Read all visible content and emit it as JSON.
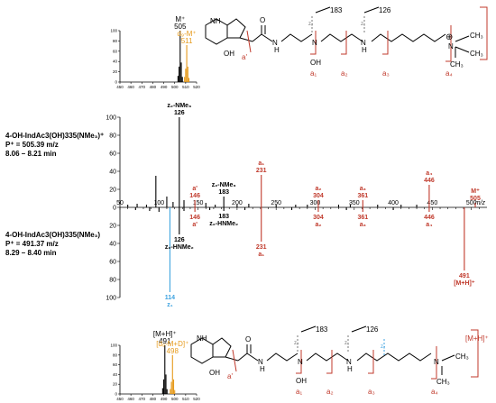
{
  "colors": {
    "black": "#000000",
    "red": "#c0392b",
    "orange": "#e69a1b",
    "blue": "#3fa3e0"
  },
  "analytes": [
    {
      "name": "4-OH-IndAc3(OH)335(NMe₃)⁺",
      "precursor": "P⁺ = 505.39 m/z",
      "rt": "8.06 – 8.21 min"
    },
    {
      "name": "4-OH-IndAc3(OH)335(NMe₃)",
      "precursor": "P⁺ = 491.37 m/z",
      "rt": "8.29 – 8.40 min"
    }
  ],
  "structures": {
    "top": {
      "frag_labels": [
        "a'",
        "a₁",
        "a₂",
        "a₃",
        "a₄"
      ],
      "bond_labels": [
        "z₂",
        "z₁"
      ],
      "numbers": [
        "183",
        "126"
      ],
      "groups": [
        "NH",
        "OH",
        "O",
        "N",
        "OH",
        "H",
        "H"
      ],
      "charge": "⊕"
    },
    "bottom": {
      "frag_labels": [
        "a'",
        "a₁",
        "a₂",
        "a₃",
        "a₄"
      ],
      "bond_labels": [
        "z₂",
        "z₁",
        "z₂"
      ],
      "numbers": [
        "183",
        "126"
      ],
      "groups": [
        "NH",
        "OH",
        "O",
        "N",
        "OH",
        "H",
        "H"
      ],
      "ion": "[M+H]⁺"
    }
  },
  "chart_data": [
    {
      "type": "bar",
      "role": "inset-top",
      "xlim": [
        450,
        520
      ],
      "ylim": [
        0,
        100
      ],
      "xticks": [
        450,
        460,
        470,
        480,
        490,
        500,
        510,
        520
      ],
      "yticks": [
        0,
        20,
        40,
        60,
        80,
        100
      ],
      "series": [
        {
          "name": "M⁺",
          "annotation": "505",
          "color": "black",
          "x": [
            503,
            504,
            505,
            506,
            507
          ],
          "values": [
            12,
            30,
            100,
            38,
            10
          ]
        },
        {
          "name": "d₉-M⁺",
          "annotation": "511",
          "color": "orange",
          "x": [
            509,
            510,
            511,
            512,
            513
          ],
          "values": [
            10,
            26,
            72,
            30,
            8
          ]
        }
      ]
    },
    {
      "type": "bar",
      "role": "mirror-main",
      "xlabel": "m/z",
      "xlim": [
        50,
        520
      ],
      "xticks": [
        50,
        60,
        70,
        80,
        90,
        100,
        110,
        120,
        130,
        140,
        150,
        160,
        170,
        180,
        190,
        200,
        210,
        220,
        230,
        240,
        250,
        260,
        270,
        280,
        290,
        300,
        310,
        320,
        330,
        340,
        350,
        360,
        370,
        380,
        390,
        400,
        410,
        420,
        430,
        440,
        450,
        460,
        470,
        480,
        490,
        500,
        510
      ],
      "xtick_labels": [
        "50",
        "100",
        "150",
        "200",
        "250",
        "300",
        "350",
        "400",
        "450",
        "500"
      ],
      "ylim_top": [
        0,
        100
      ],
      "ylim_bottom": [
        0,
        100
      ],
      "yticks": [
        0,
        20,
        40,
        60,
        80,
        100
      ],
      "top_peaks": [
        {
          "x": 60,
          "y": 3,
          "color": "black"
        },
        {
          "x": 72,
          "y": 4,
          "color": "black"
        },
        {
          "x": 84,
          "y": 3,
          "color": "black"
        },
        {
          "x": 96,
          "y": 35,
          "color": "black"
        },
        {
          "x": 110,
          "y": 12,
          "color": "black"
        },
        {
          "x": 118,
          "y": 6,
          "color": "black"
        },
        {
          "x": 126,
          "y": 100,
          "color": "black",
          "label": "126",
          "ion": "z₂-NMe₃"
        },
        {
          "x": 132,
          "y": 8,
          "color": "black"
        },
        {
          "x": 146,
          "y": 8,
          "color": "red",
          "label": "146",
          "ion": "a'"
        },
        {
          "x": 160,
          "y": 5,
          "color": "black"
        },
        {
          "x": 172,
          "y": 3,
          "color": "black"
        },
        {
          "x": 183,
          "y": 12,
          "color": "black",
          "label": "183",
          "ion": "z₂-NMe₃"
        },
        {
          "x": 200,
          "y": 3,
          "color": "black"
        },
        {
          "x": 215,
          "y": 4,
          "color": "black"
        },
        {
          "x": 231,
          "y": 36,
          "color": "red",
          "label": "231",
          "ion": "a₁"
        },
        {
          "x": 250,
          "y": 3,
          "color": "black"
        },
        {
          "x": 275,
          "y": 3,
          "color": "black"
        },
        {
          "x": 290,
          "y": 3,
          "color": "black"
        },
        {
          "x": 304,
          "y": 8,
          "color": "red",
          "label": "304",
          "ion": "a₂"
        },
        {
          "x": 330,
          "y": 3,
          "color": "black"
        },
        {
          "x": 345,
          "y": 3,
          "color": "black"
        },
        {
          "x": 361,
          "y": 8,
          "color": "red",
          "label": "361",
          "ion": "a₃"
        },
        {
          "x": 380,
          "y": 3,
          "color": "black"
        },
        {
          "x": 410,
          "y": 3,
          "color": "black"
        },
        {
          "x": 430,
          "y": 3,
          "color": "black"
        },
        {
          "x": 446,
          "y": 25,
          "color": "red",
          "label": "446",
          "ion": "a₄"
        },
        {
          "x": 505,
          "y": 5,
          "color": "red",
          "label": "505",
          "ion": "M⁺"
        }
      ],
      "bottom_peaks": [
        {
          "x": 70,
          "y": 3,
          "color": "black"
        },
        {
          "x": 88,
          "y": 4,
          "color": "black"
        },
        {
          "x": 100,
          "y": 5,
          "color": "black"
        },
        {
          "x": 114,
          "y": 94,
          "color": "blue",
          "label": "114",
          "ion": "z₁"
        },
        {
          "x": 126,
          "y": 30,
          "color": "black",
          "label": "126",
          "ion": "z₂-HNMe₂"
        },
        {
          "x": 132,
          "y": 4,
          "color": "black"
        },
        {
          "x": 146,
          "y": 5,
          "color": "red",
          "label": "146",
          "ion": "a'"
        },
        {
          "x": 165,
          "y": 3,
          "color": "black"
        },
        {
          "x": 183,
          "y": 4,
          "color": "black",
          "label": "183",
          "ion": "z₂-HNMe₂"
        },
        {
          "x": 210,
          "y": 3,
          "color": "black"
        },
        {
          "x": 231,
          "y": 38,
          "color": "red",
          "label": "231",
          "ion": "a₁"
        },
        {
          "x": 270,
          "y": 3,
          "color": "black"
        },
        {
          "x": 304,
          "y": 5,
          "color": "red",
          "label": "304",
          "ion": "a₂"
        },
        {
          "x": 340,
          "y": 3,
          "color": "black"
        },
        {
          "x": 361,
          "y": 5,
          "color": "red",
          "label": "361",
          "ion": "a₃"
        },
        {
          "x": 400,
          "y": 3,
          "color": "black"
        },
        {
          "x": 446,
          "y": 5,
          "color": "red",
          "label": "446",
          "ion": "a₄"
        },
        {
          "x": 491,
          "y": 70,
          "color": "red",
          "label": "491",
          "ion": "[M+H]⁺"
        }
      ]
    },
    {
      "type": "bar",
      "role": "inset-bottom",
      "xlim": [
        450,
        520
      ],
      "ylim": [
        0,
        100
      ],
      "xticks": [
        450,
        460,
        470,
        480,
        490,
        500,
        510,
        520
      ],
      "yticks": [
        0,
        20,
        40,
        60,
        80,
        100
      ],
      "series": [
        {
          "name": "[M+H]⁺",
          "annotation": "491",
          "color": "black",
          "x": [
            489,
            490,
            491,
            492,
            493
          ],
          "values": [
            12,
            30,
            100,
            40,
            10
          ]
        },
        {
          "name": "[d₉-M+D]⁺",
          "annotation": "498",
          "color": "orange",
          "x": [
            496,
            497,
            498,
            499,
            500
          ],
          "values": [
            10,
            25,
            80,
            30,
            8
          ]
        }
      ]
    }
  ]
}
